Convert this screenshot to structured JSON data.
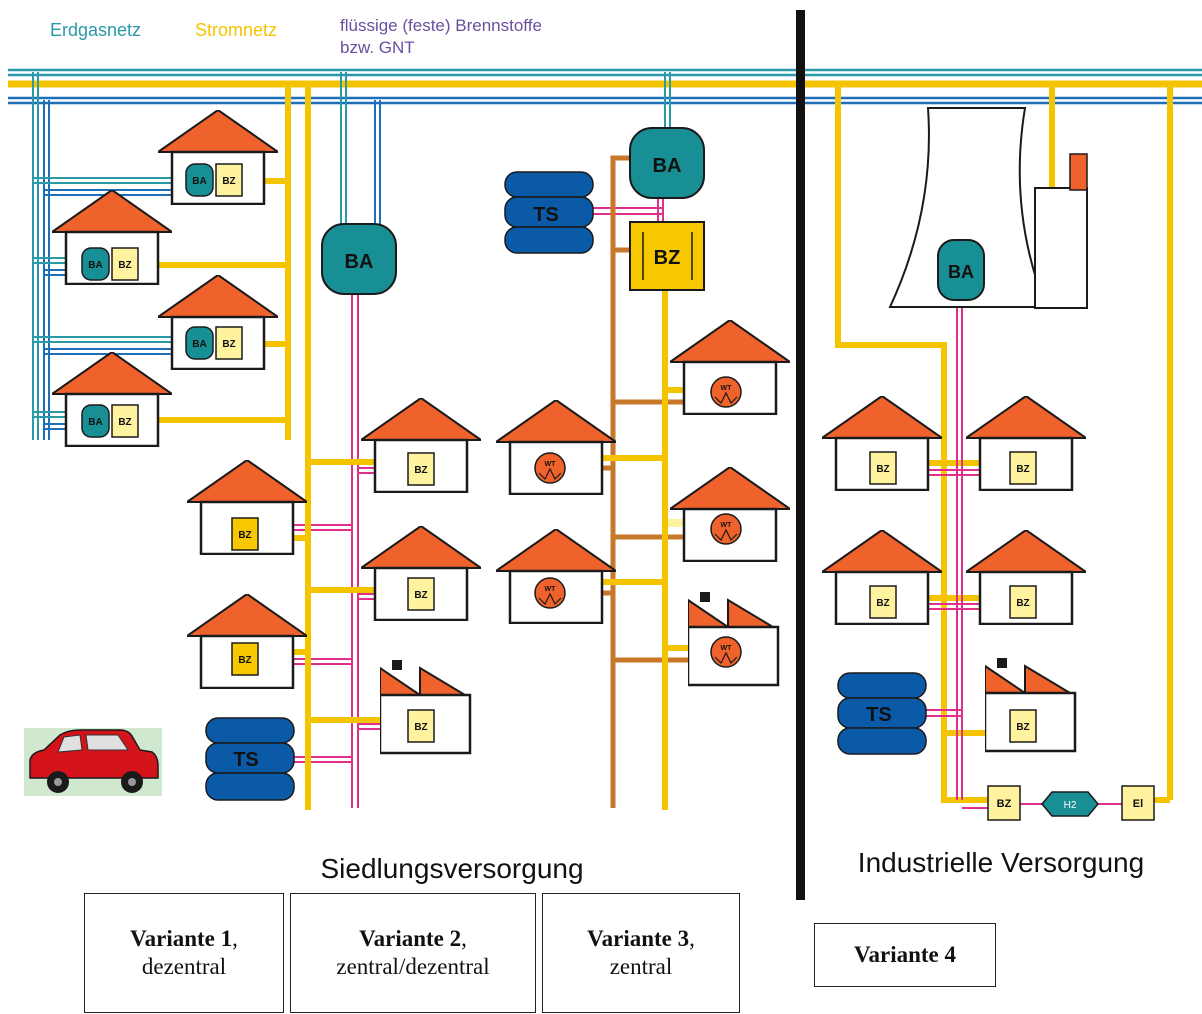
{
  "legend": {
    "gas": "Erdgasnetz",
    "power": "Stromnetz",
    "fuel_line1": "flüssige (feste) Brennstoffe",
    "fuel_line2": "bzw. GNT"
  },
  "labels": {
    "ba": "BA",
    "bz": "BZ",
    "ts": "TS",
    "wt": "WT",
    "h2": "H2",
    "el": "El"
  },
  "sections": {
    "left": "Siedlungsversorgung",
    "right": "Industrielle Versorgung"
  },
  "variants": [
    {
      "title": "Variante 1",
      "suffix": ",",
      "subtitle": "dezentral"
    },
    {
      "title": "Variante 2",
      "suffix": ",",
      "subtitle": "zentral/dezentral"
    },
    {
      "title": "Variante 3",
      "suffix": ",",
      "subtitle": "zentral"
    },
    {
      "title": "Variante 4",
      "suffix": "",
      "subtitle": ""
    }
  ],
  "colors": {
    "gas": "#2a9aa8",
    "gas_blue": "#1e6fb8",
    "power": "#f5c400",
    "fuel": "#6a4fa0",
    "heat": "#c8782a",
    "pink": "#e0308a",
    "roof": "#f0622c",
    "teal": "#188f94",
    "storage": "#0a5aa8",
    "bz_fill": "#fff3a0",
    "divider": "#111111"
  }
}
